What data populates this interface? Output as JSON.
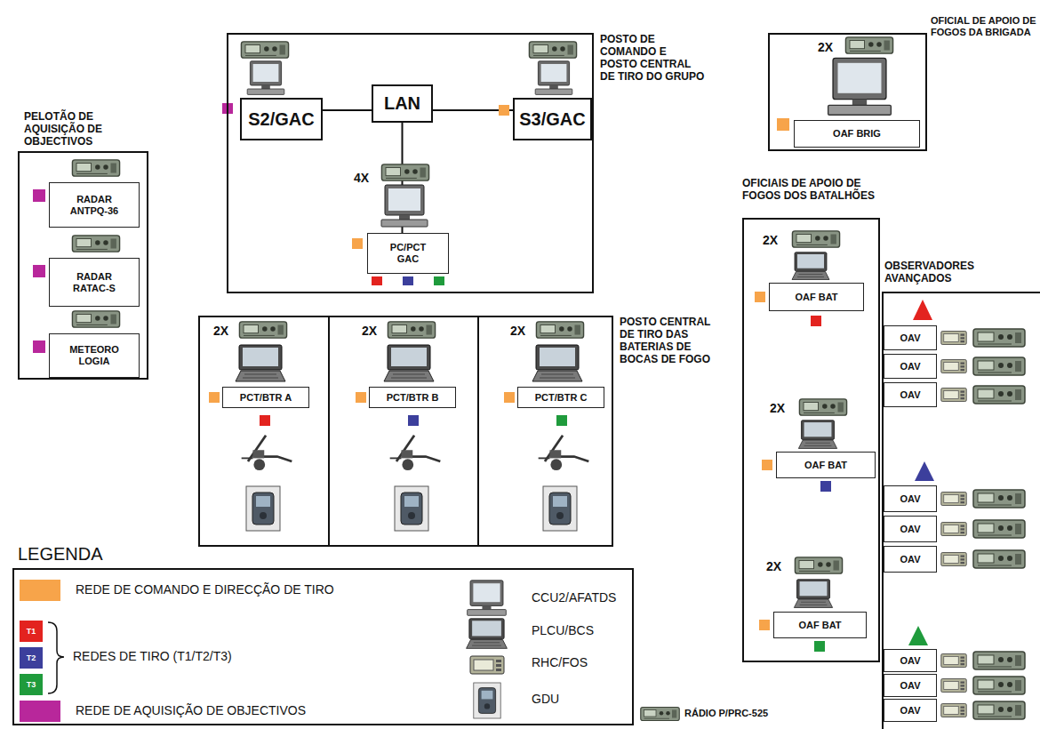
{
  "diagram": {
    "nodes": [
      {
        "text": [
          "POSTO DE COMANDO E POSTO CENTRAL DE TIRO DO GRUPO"
        ]
      },
      {
        "text": [
          "S2/GAC"
        ],
        "in": 0
      },
      {
        "text": [
          "LAN"
        ],
        "in": 0
      },
      {
        "text": [
          "S3/GAC"
        ],
        "in": 0
      },
      {
        "text": [
          "PC/PCT GAC"
        ],
        "in": 0
      },
      {
        "text": [
          "PELOTÃO DE AQUISIÇÃO DE OBJECTIVOS"
        ]
      },
      {
        "text": [
          "RADAR ANTPQ-36"
        ],
        "in": 5
      },
      {
        "text": [
          "RADAR RATAC-S"
        ],
        "in": 5
      },
      {
        "text": [
          "METEORO LOGIA"
        ],
        "in": 5
      },
      {
        "text": [
          "OFICIAL DE APOIO DE FOGOS DA BRIGADA"
        ]
      },
      {
        "text": [
          "OAF BRIG"
        ],
        "in": 9
      },
      {
        "text": [
          "POSTO CENTRAL DE TIRO DAS BATERIAS DE BOCAS DE FOGO"
        ]
      },
      {
        "text": [
          "PCT/BTR A"
        ],
        "in": 11
      },
      {
        "text": [
          "PCT/BTR B"
        ],
        "in": 11
      },
      {
        "text": [
          "PCT/BTR C"
        ],
        "in": 11
      },
      {
        "text": [
          "OFICIAIS DE APOIO DE FOGOS DOS BATALHÕES"
        ]
      },
      {
        "text": [
          "OAF BAT"
        ],
        "in": 15
      },
      {
        "text": [
          "OAF BAT"
        ],
        "in": 15
      },
      {
        "text": [
          "OAF BAT"
        ],
        "in": 15
      },
      {
        "text": [
          "OBSERVADORES AVANÇADOS"
        ]
      },
      {
        "text": [
          "OAV"
        ],
        "in": 19
      },
      {
        "text": [
          "OAV"
        ],
        "in": 19
      },
      {
        "text": [
          "OAV"
        ],
        "in": 19
      },
      {
        "text": [
          "OAV"
        ],
        "in": 19
      },
      {
        "text": [
          "OAV"
        ],
        "in": 19
      },
      {
        "text": [
          "OAV"
        ],
        "in": 19
      },
      {
        "text": [
          "OAV"
        ],
        "in": 19
      },
      {
        "text": [
          "OAV"
        ],
        "in": 19
      },
      {
        "text": [
          "OAV"
        ],
        "in": 19
      }
    ],
    "edges": [
      {
        "from": 1,
        "to": 2,
        "arrow": "none"
      },
      {
        "from": 2,
        "to": 3,
        "arrow": "none"
      },
      {
        "from": 2,
        "to": 4,
        "arrow": "none"
      }
    ],
    "labels": [
      "4X",
      "2X",
      "2X",
      "2X",
      "2X",
      "2X",
      "2X",
      "2X",
      "LEGENDA",
      "REDES DE TIRO (T1/T2/T3)"
    ],
    "legend": [
      {
        "text": "REDE DE COMANDO E DIRECÇÃO DE TIRO",
        "color": "#f7a44a"
      },
      {
        "text": "T1",
        "color": "#e3231f"
      },
      {
        "text": "T2",
        "color": "#3c3f9c"
      },
      {
        "text": "T3",
        "color": "#1f9b3c"
      },
      {
        "text": "REDE DE AQUISIÇÃO DE OBJECTIVOS",
        "color": "#b8279b"
      },
      {
        "text": "CCU2/AFATDS"
      },
      {
        "text": "PLCU/BCS"
      },
      {
        "text": "RHC/FOS"
      },
      {
        "text": "GDU"
      },
      {
        "text": "RÁDIO P/PRC-525"
      }
    ]
  }
}
